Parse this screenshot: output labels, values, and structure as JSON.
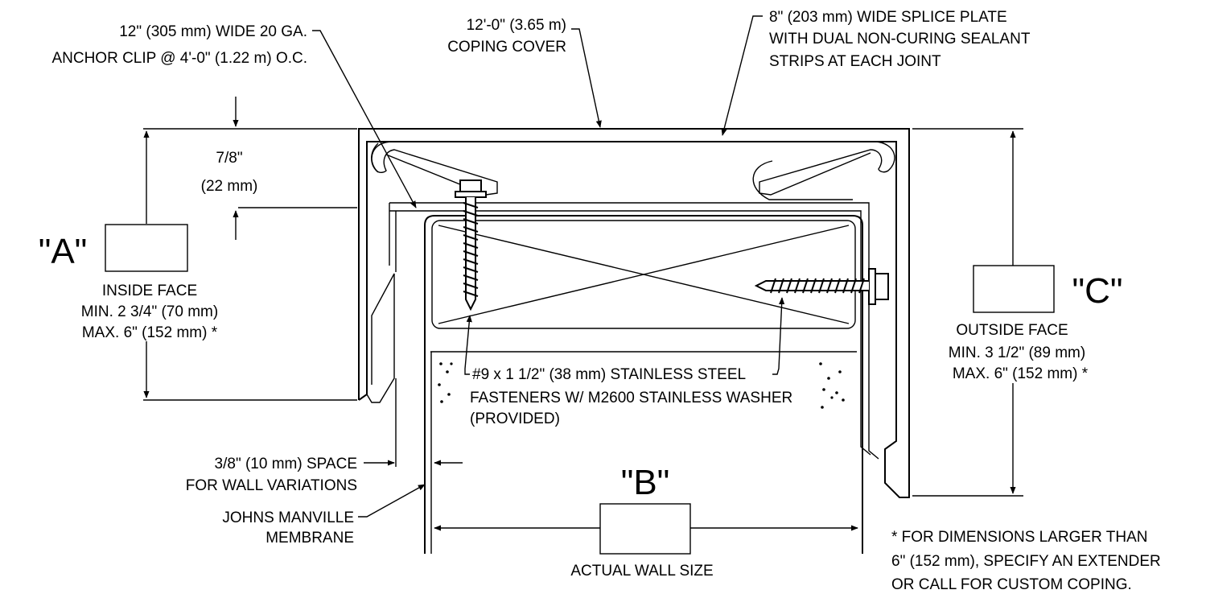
{
  "labels": {
    "anchor_clip_1": "12\" (305 mm) WIDE 20 GA.",
    "anchor_clip_2": "ANCHOR CLIP @ 4'-0\" (1.22 m) O.C.",
    "coping_cover_1": "12'-0\" (3.65 m)",
    "coping_cover_2": "COPING COVER",
    "splice_1": "8\" (203 mm) WIDE SPLICE PLATE",
    "splice_2": "WITH DUAL NON-CURING SEALANT",
    "splice_3": "STRIPS AT EACH JOINT",
    "gap_1": "7/8\"",
    "gap_2": "(22 mm)",
    "dim_a": "\"A\"",
    "inside_1": "INSIDE FACE",
    "inside_2": "MIN. 2 3/4\" (70 mm)",
    "inside_3": "MAX. 6\" (152 mm) *",
    "dim_c": "\"C\"",
    "outside_1": "OUTSIDE FACE",
    "outside_2": "MIN. 3 1/2\" (89 mm)",
    "outside_3": "MAX. 6\" (152 mm) *",
    "fastener_1": "#9 x 1 1/2\" (38 mm) STAINLESS STEEL",
    "fastener_2": "FASTENERS W/ M2600 STAINLESS WASHER",
    "fastener_3": "(PROVIDED)",
    "space_1": "3/8\" (10 mm) SPACE",
    "space_2": "FOR WALL VARIATIONS",
    "membrane_1": "JOHNS MANVILLE",
    "membrane_2": "MEMBRANE",
    "dim_b": "\"B\"",
    "wall_size": "ACTUAL WALL SIZE",
    "note_1": "* FOR DIMENSIONS LARGER THAN",
    "note_2": "6\" (152 mm), SPECIFY AN EXTENDER",
    "note_3": "OR CALL FOR CUSTOM COPING."
  }
}
